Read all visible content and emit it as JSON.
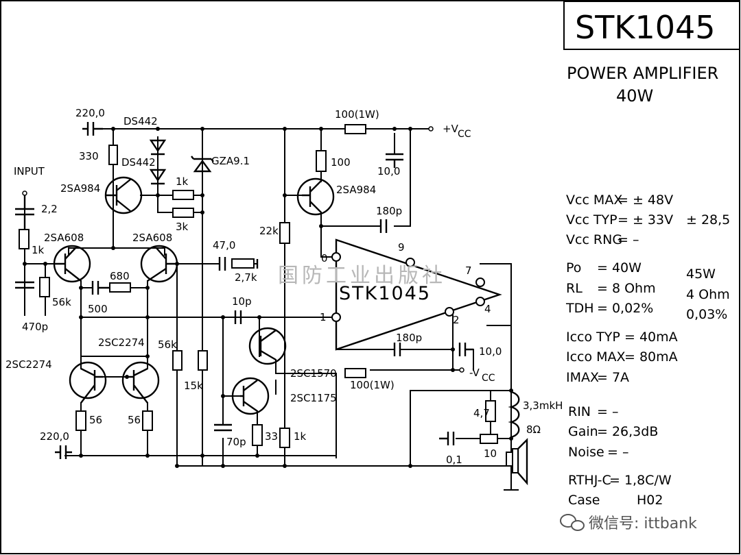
{
  "title": "STK1045",
  "subtitle_line1": "POWER AMPLIFIER",
  "subtitle_line2": "40W",
  "chip_label": "STK1045",
  "watermark_cn": "国防工业出版社",
  "wechat_label": "微信号: ittbank",
  "components": {
    "input": "INPUT",
    "c_in": "2,2",
    "r_in": "1k",
    "r_56k": "56k",
    "c_470p": "470p",
    "c_220_top": "220,0",
    "r_330": "330",
    "d1": "DS442",
    "d2": "DS442",
    "zener": "GZA9.1",
    "q_2sa984_left": "2SA984",
    "r_1k_mid": "1k",
    "r_3k": "3k",
    "q_2sa608_left": "2SA608",
    "q_2sa608_right": "2SA608",
    "c_680": "680",
    "r_500": "500",
    "c_47": "47,0",
    "r_27k": "2,7k",
    "q_2sc2274_left": "2SC2274",
    "q_2sc2274_right": "2SC2274",
    "r_56_left": "56",
    "r_56_right": "56",
    "r_56k_lower": "56k",
    "r_15k": "15k",
    "c_220_bottom": "220,0",
    "r_100_1w_top": "100(1W)",
    "vcc_pos": "+V",
    "vcc_pos_sub": "CC",
    "c_10_top": "10,0",
    "r_100": "100",
    "q_2sa984_right": "2SA984",
    "c_180p_top": "180p",
    "r_22k": "22k",
    "c_10p": "10p",
    "q_2sc1570": "2SC1570",
    "q_2sc1175": "2SC1175",
    "c_70p": "70p",
    "r_33": "33",
    "r_1k_low": "1k",
    "c_180p_bottom": "180p",
    "c_10_right": "10,0",
    "vcc_neg": "-V",
    "vcc_neg_sub": "CC",
    "r_100_1w_low": "100(1W)",
    "r_47": "4,7",
    "l_33mkh": "3,3mkH",
    "spk": "8Ω",
    "c_01": "0,1",
    "r_10": "10"
  },
  "pins": {
    "p0": "0",
    "p9": "9",
    "p7": "7",
    "p1": "1",
    "p2": "2",
    "p4": "4"
  },
  "specs": [
    {
      "label": "Vcc MAX",
      "value": "= ± 48V",
      "alt": ""
    },
    {
      "label": "Vcc TYP",
      "value": "= ± 33V",
      "alt": "± 28,5"
    },
    {
      "label": "Vcc RNG",
      "value": "=   –",
      "alt": ""
    },
    {
      "label": "Po",
      "value": "= 40W",
      "alt": "45W"
    },
    {
      "label": "RL",
      "value": "= 8 Ohm",
      "alt": "4 Ohm"
    },
    {
      "label": "TDH",
      "value": "= 0,02%",
      "alt": "0,03%"
    },
    {
      "label": "Icco TYP",
      "value": "= 40mA",
      "alt": ""
    },
    {
      "label": "Icco MAX",
      "value": "= 80mA",
      "alt": ""
    },
    {
      "label": "IMAX",
      "value": "=     7A",
      "alt": ""
    },
    {
      "label": "RIN",
      "value": "=  –",
      "alt": ""
    },
    {
      "label": "Gain",
      "value": "=    26,3dB",
      "alt": ""
    },
    {
      "label": "Noise",
      "value": "=    –",
      "alt": ""
    },
    {
      "label": "RTHJ-C",
      "value": "= 1,8C/W",
      "alt": ""
    },
    {
      "label": "Case",
      "value": "H02",
      "alt": ""
    }
  ]
}
